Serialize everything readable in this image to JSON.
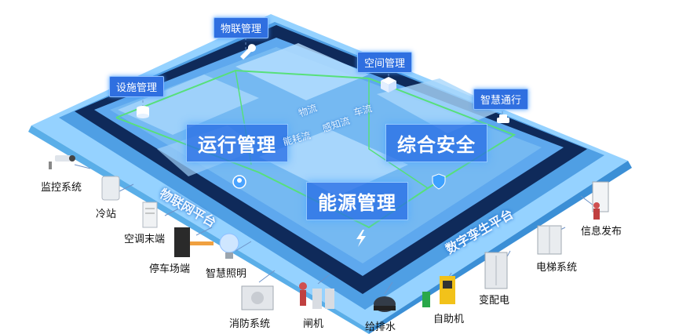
{
  "top_tags": {
    "iot_mgmt": "物联管理",
    "space_mgmt": "空间管理",
    "facility_mgmt": "设施管理",
    "smart_pass": "智慧通行"
  },
  "center_tags": {
    "operation": "运行管理",
    "security": "综合安全",
    "energy": "能源管理"
  },
  "flows": {
    "object_flow": "物流",
    "perception_flow": "感知流",
    "vehicle_flow": "车流",
    "energy_flow": "能耗流"
  },
  "platforms": {
    "iot_platform": "物联网平台",
    "digital_twin": "数字孪生平台"
  },
  "devices": {
    "cctv": "监控系统",
    "cooling": "冷站",
    "ac_terminal": "空调末端",
    "parking": "停车场端",
    "lighting": "智慧照明",
    "fire": "消防系统",
    "gate": "闸机",
    "water": "给排水",
    "kiosk": "自助机",
    "power": "变配电",
    "elevator": "电梯系统",
    "info_release": "信息发布"
  },
  "colors": {
    "tag_blue": "#2f6fe0",
    "building_dark": "#0f2a5a",
    "floor_blue": "#5ea8ee",
    "platform_light": "#8fd0ff",
    "route_green": "#57e07a"
  }
}
